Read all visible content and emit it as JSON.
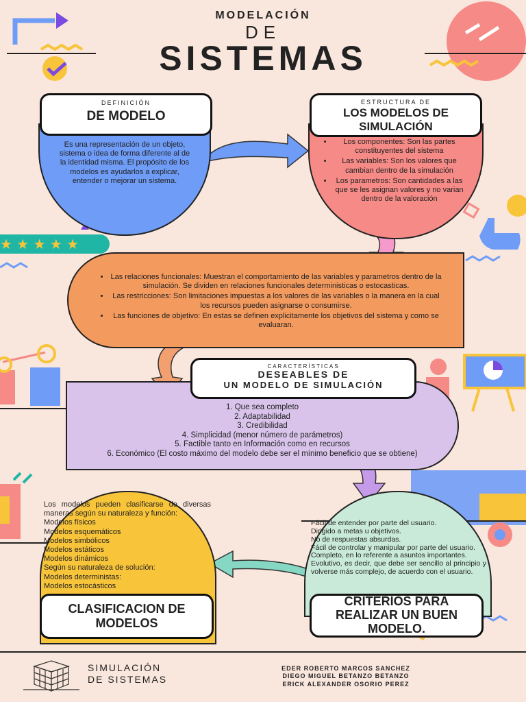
{
  "header": {
    "line1": "MODELACIÓN",
    "line2": "DE",
    "line3": "SISTEMAS"
  },
  "definicion": {
    "kicker": "DEFINICIÓN",
    "title": "DE MODELO",
    "body": "Es una representación de un objeto, sistema o idea de forma diferente al de la identidad misma. El propósito de los modelos es ayudarlos a explicar, entender o mejorar un sistema."
  },
  "estructura": {
    "kicker": "ESTRUCTURA DE",
    "title": "LOS MODELOS DE SIMULACIÓN",
    "items": [
      "Los componentes: Son las partes constituyentes del sistema",
      "Las variables: Son los valores que cambian dentro de la simulación",
      "Los parametros: Son cantidades a las que se les asignan valores  y no varian dentro de la valoración"
    ]
  },
  "relaciones": {
    "items": [
      "Las relaciones funcionales: Muestran el comportamiento de las variables y parametros dentro de la simulación. Se dividen en relaciones funcionales deterministicas o estocasticas.",
      "Las restricciones: Son limitaciones impuestas a los valores de las variables o la manera en la cual los recursos pueden asignarse o consumirse.",
      "Las funciones de objetivo: En estas se definen explicitamente los objetivos del sistema y como se evaluaran."
    ]
  },
  "caracteristicas": {
    "kicker": "CARACTERÍSTICAS",
    "title_line1": "DESEABLES DE",
    "title_line2": "UN MODELO DE SIMULACIÓN",
    "items": [
      "1. Que sea completo",
      "2. Adaptabilidad",
      "3. Credibilidad",
      "4. Simplicidad (menor número de parámetros)",
      "5. Factible tanto en Información como en recursos",
      "6. Económico (El costo máximo del modelo debe ser el mínimo beneficio que se obtiene)"
    ]
  },
  "clasificacion": {
    "body_lines": [
      "Los modelos pueden clasificarse de diversas maneras según su naturaleza y función:",
      "Modelos físicos",
      "Modelos esquemáticos",
      "Modelos simbólicos",
      "Modelos estáticos",
      "Modelos dinámicos",
      "Según su naturaleza de solución:",
      "Modelos deterministas:",
      "Modelos estocásticos"
    ],
    "title": "CLASIFICACION DE MODELOS"
  },
  "criterios": {
    "body_lines": [
      "Fácil de entender por parte del usuario.",
      " Dirigido a metas u objetivos.",
      "No de respuestas absurdas.",
      "Fácil de controlar y manipular por parte del usuario.",
      "Completo, en lo referente a asuntos importantes.",
      "Evolutivo, es decir, que debe ser sencillo al principio y volverse más complejo, de acuerdo con el usuario."
    ],
    "title": "CRITERIOS PARA REALIZAR UN BUEN MODELO."
  },
  "footer": {
    "brand_line1": "SIMULACIÓN",
    "brand_line2": "DE SISTEMAS",
    "authors": [
      "EDER ROBERTO MARCOS SANCHEZ",
      "DIEGO MIGUEL BETANZO BETANZO",
      "ERICK ALEXANDER OSORIO PEREZ"
    ]
  },
  "colors": {
    "background": "#f9e6dc",
    "blue": "#6f9cf7",
    "salmon": "#f58a86",
    "orange": "#f39a5e",
    "lavender": "#d9c3ea",
    "yellow": "#f8c43a",
    "mint": "#c9ead9",
    "arrow_blue": "#6f9cf7",
    "arrow_pink": "#f59acb",
    "arrow_orange": "#f3a070",
    "arrow_purple": "#c59ae8",
    "arrow_teal": "#86d7c3"
  },
  "decor_icons": [
    "arrow-icon",
    "check-icon",
    "stars-icon",
    "hand-pointer-icon",
    "chart-icon",
    "presentation-icon",
    "cube-logo-icon"
  ]
}
